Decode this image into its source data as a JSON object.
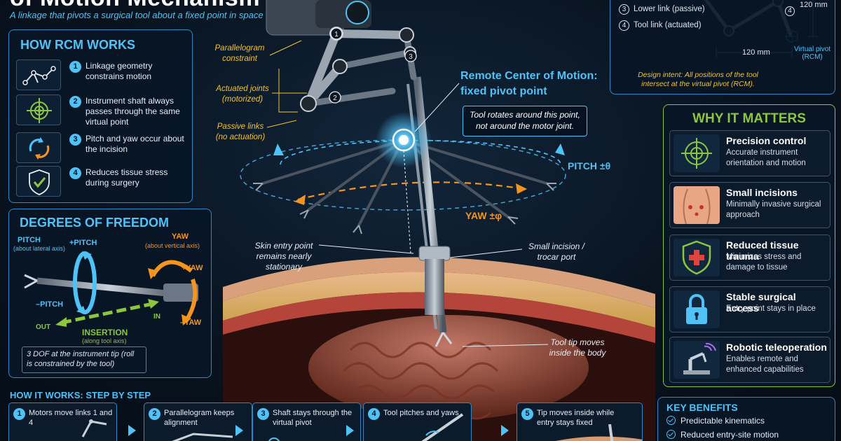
{
  "header": {
    "title": "of Motion Mechanism",
    "subtitle": "A linkage that pivots a surgical tool about a fixed point in space"
  },
  "how_rcm": {
    "heading": "HOW RCM WORKS",
    "items": [
      {
        "num": "1",
        "text": "Linkage geometry constrains motion",
        "icon": "linkage-icon"
      },
      {
        "num": "2",
        "text": "Instrument shaft always passes through the same virtual point",
        "icon": "crosshair-icon"
      },
      {
        "num": "3",
        "text": "Pitch and yaw occur about the incision",
        "icon": "rotate-arrows-icon"
      },
      {
        "num": "4",
        "text": "Reduces tissue stress during surgery",
        "icon": "shield-check-icon"
      }
    ]
  },
  "dof": {
    "heading": "DEGREES OF FREEDOM",
    "pitch": "PITCH",
    "pitch_sub": "(about lateral axis)",
    "plus_pitch": "+PITCH",
    "minus_pitch": "–PITCH",
    "yaw": "YAW",
    "yaw_sub": "(about vertical axis)",
    "plus_yaw": "+YAW",
    "minus_yaw": "–YAW",
    "insertion": "INSERTION",
    "insertion_sub": "(along tool axis)",
    "out": "OUT",
    "in": "IN",
    "note": "3 DOF at the instrument tip (roll is constrained by the tool)"
  },
  "diagram": {
    "callout_1": "1",
    "callout_2": "2",
    "callout_3": "3",
    "parallelogram": "Parallelogram constraint",
    "actuated": "Actuated joints (motorized)",
    "passive": "Passive links (no actuation)",
    "rcm_title_1": "Remote Center of Motion:",
    "rcm_title_2": "fixed pivot point",
    "rcm_note": "Tool rotates around this point, not around the motor joint.",
    "pitch_label": "PITCH ±θ",
    "yaw_label": "YAW ±φ",
    "skin_entry": "Skin entry point remains nearly stationary",
    "incision": "Small incision / trocar port",
    "tool_tip": "Tool tip moves inside the body"
  },
  "spec": {
    "rows": [
      {
        "num": "3",
        "text": "Lower link (passive)"
      },
      {
        "num": "4",
        "text": "Tool link (actuated)"
      }
    ],
    "dim_h": "120 mm",
    "dim_v": "120 mm",
    "joint_4": "4",
    "virtual_pivot": "Virtual pivot",
    "rcm_abbr": "(RCM)",
    "design_intent": "Design intent: All positions of the tool intersect at the virtual pivot (RCM)."
  },
  "why": {
    "heading": "WHY IT MATTERS",
    "items": [
      {
        "title": "Precision control",
        "desc": "Accurate instrument orientation and motion",
        "icon": "target-icon"
      },
      {
        "title": "Small incisions",
        "desc": "Minimally invasive surgical approach",
        "icon": "abdomen-icon"
      },
      {
        "title": "Reduced tissue trauma",
        "desc": "Minimizes stress and damage to tissue",
        "icon": "medical-shield-icon"
      },
      {
        "title": "Stable surgical access",
        "desc": "Entry point stays in place",
        "icon": "padlock-icon"
      },
      {
        "title": "Robotic teleoperation",
        "desc": "Enables remote and enhanced capabilities",
        "icon": "robot-arm-icon"
      }
    ]
  },
  "steps": {
    "heading": "HOW IT WORKS: STEP BY STEP",
    "items": [
      {
        "num": "1",
        "text": "Motors move links 1 and 4"
      },
      {
        "num": "2",
        "text": "Parallelogram keeps alignment"
      },
      {
        "num": "3",
        "text": "Shaft stays through the virtual pivot"
      },
      {
        "num": "4",
        "text": "Tool pitches and yaws"
      },
      {
        "num": "5",
        "text": "Tip moves inside while entry stays fixed"
      }
    ]
  },
  "benefits": {
    "heading": "KEY BENEFITS",
    "items": [
      "Predictable kinematics",
      "Reduced entry-site motion"
    ]
  },
  "colors": {
    "accent_blue": "#4fc3f7",
    "accent_green": "#8cc63f",
    "accent_orange": "#f7941d",
    "accent_yellow": "#f2c230",
    "background": "#07111d"
  }
}
